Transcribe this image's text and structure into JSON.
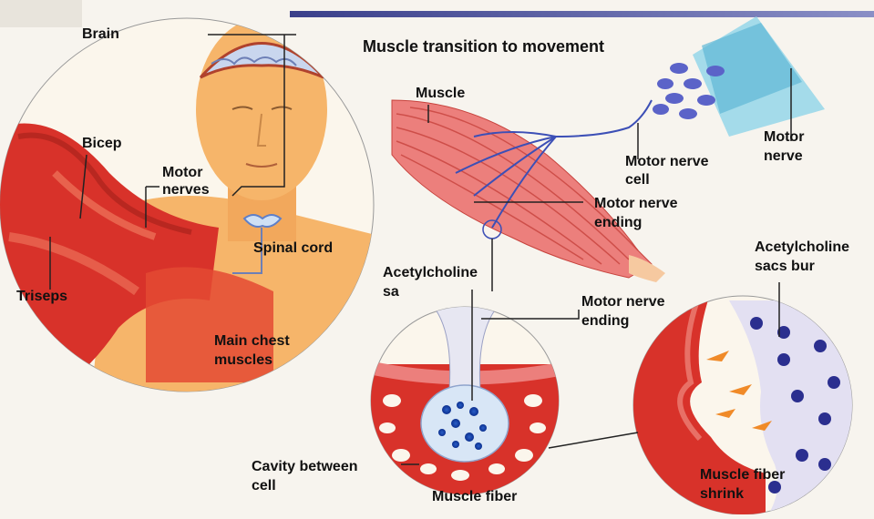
{
  "title": "Muscle transition to movement",
  "labels": {
    "brain": "Brain",
    "bicep": "Bicep",
    "motor_nerves_1": "Motor",
    "motor_nerves_2": "nerves",
    "triseps": "Triseps",
    "spinal_cord": "Spinal cord",
    "main_chest_1": "Main chest",
    "main_chest_2": "muscles",
    "muscle": "Muscle",
    "motor_nerve_cell_1": "Motor nerve",
    "motor_nerve_cell_2": "cell",
    "motor_nerve_1": "Motor",
    "motor_nerve_2": "nerve",
    "motor_nerve_ending_top_1": "Motor nerve",
    "motor_nerve_ending_top_2": "ending",
    "acetylcholine_sa_1": "Acetylcholine",
    "acetylcholine_sa_2": "sa",
    "motor_nerve_ending_mid_1": "Motor nerve",
    "motor_nerve_ending_mid_2": "ending",
    "acetylcholine_sacs_1": "Acetylcholine",
    "acetylcholine_sacs_2": "sacs bur",
    "cavity_1": "Cavity between",
    "cavity_2": "cell",
    "muscle_fiber": "Muscle fiber",
    "muscle_fiber_shrink_1": "Muscle fiber",
    "muscle_fiber_shrink_2": "shrink"
  },
  "colors": {
    "skin": "#f6b56a",
    "muscle_red": "#d8322a",
    "muscle_pink": "#ec7f7c",
    "nerve_blue": "#3c4fb6",
    "background": "#f7f4ee"
  }
}
